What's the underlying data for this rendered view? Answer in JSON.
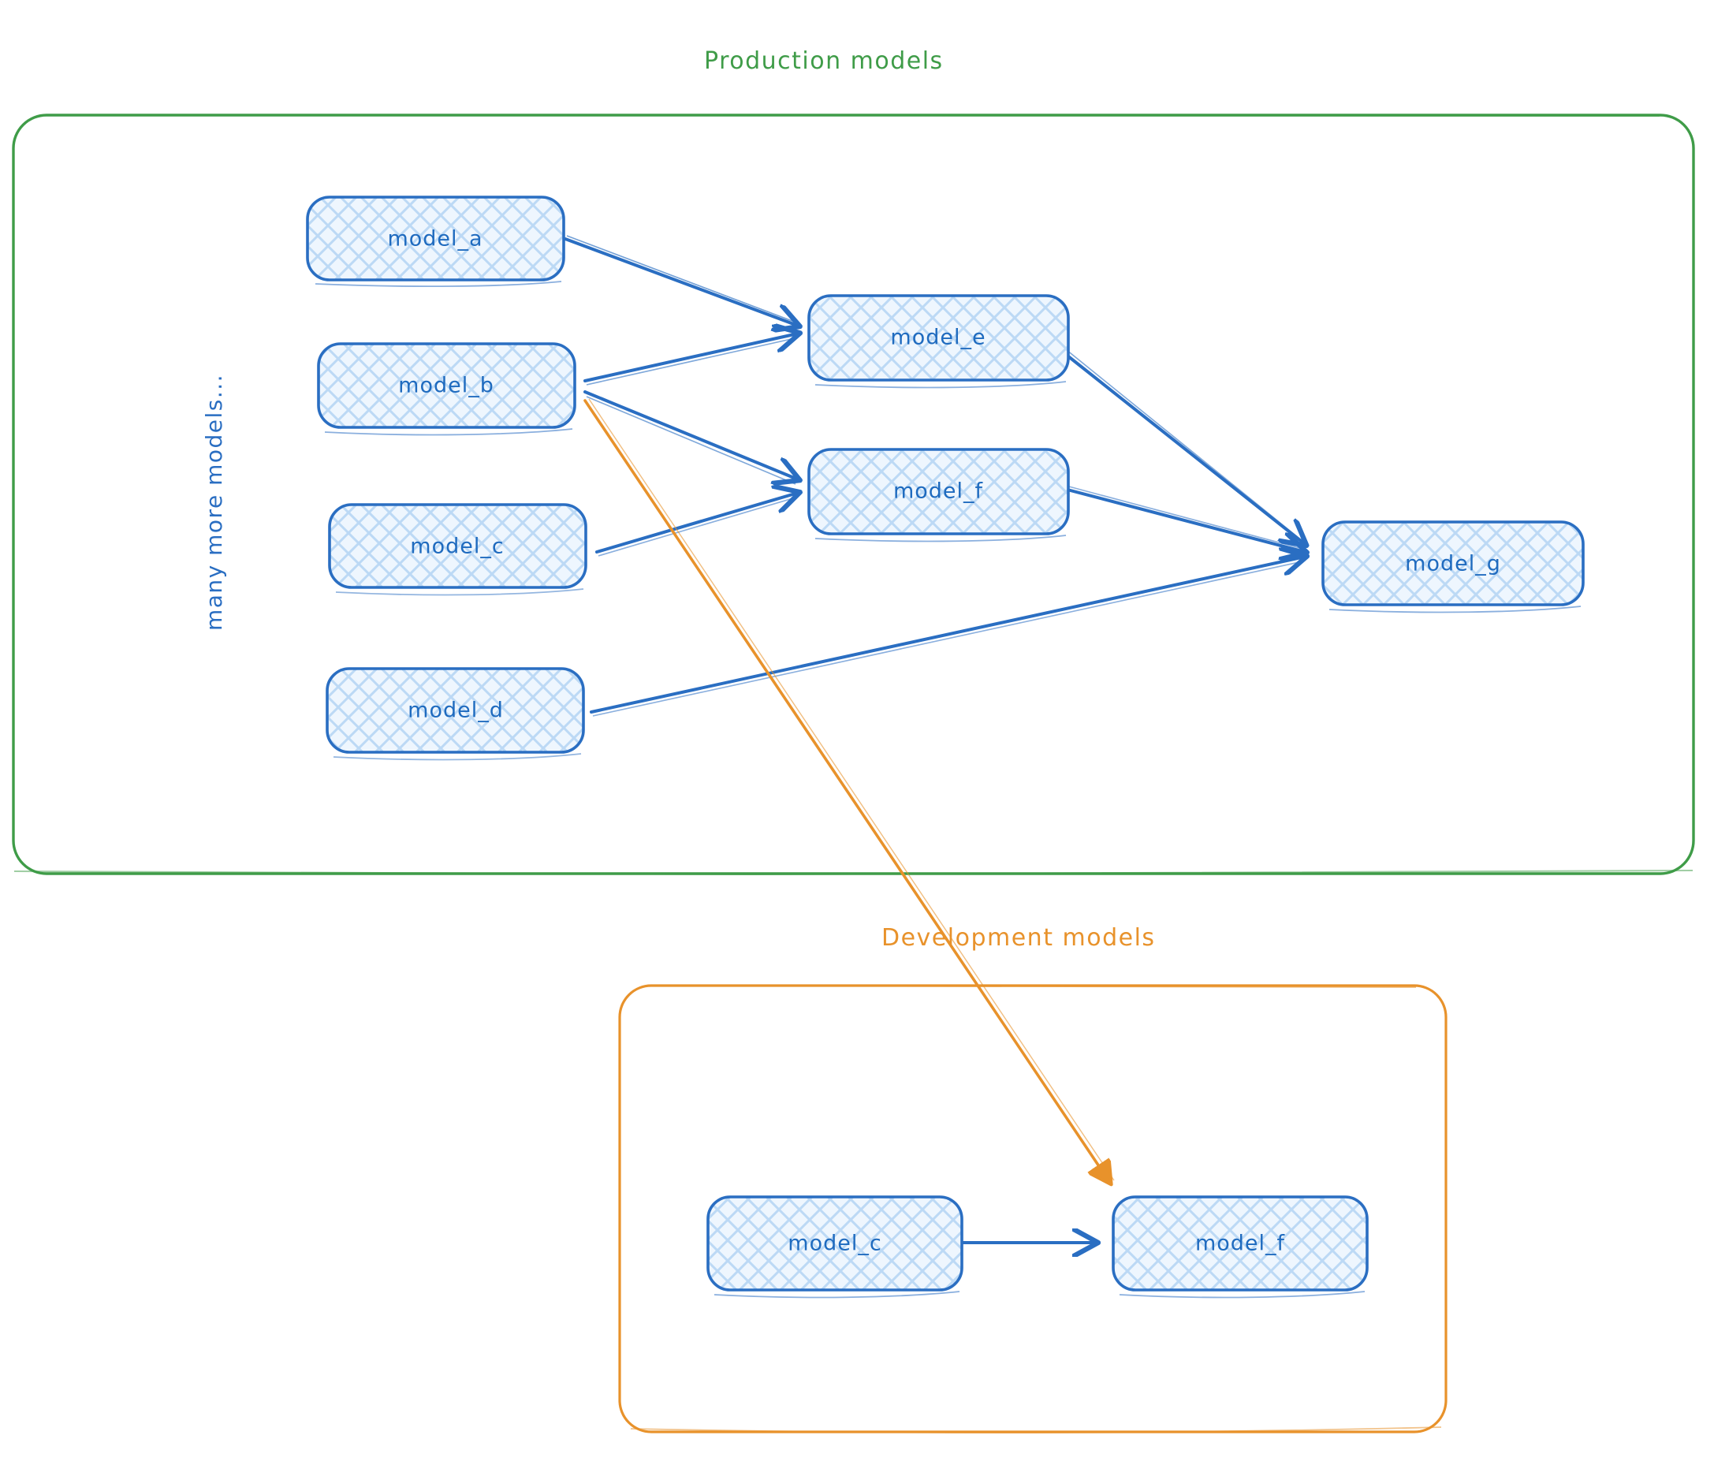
{
  "diagram": {
    "title_prod": "Production models",
    "title_dev": "Development models",
    "side_note": "many more models...",
    "colors": {
      "production_border": "#3f9c48",
      "development_border": "#e8922b",
      "node_border": "#2a6ec2",
      "node_fill": "#cfe3f7",
      "node_text": "#1f6bbf",
      "edge_blue": "#2a6ec2",
      "edge_orange": "#e8922b",
      "background": "#ffffff"
    }
  },
  "production": {
    "label": "Production models",
    "nodes": [
      {
        "id": "prod_model_a",
        "label": "model_a"
      },
      {
        "id": "prod_model_b",
        "label": "model_b"
      },
      {
        "id": "prod_model_c",
        "label": "model_c"
      },
      {
        "id": "prod_model_d",
        "label": "model_d"
      },
      {
        "id": "prod_model_e",
        "label": "model_e"
      },
      {
        "id": "prod_model_f",
        "label": "model_f"
      },
      {
        "id": "prod_model_g",
        "label": "model_g"
      }
    ],
    "edges": [
      {
        "from": "model_a",
        "to": "model_e",
        "color": "blue"
      },
      {
        "from": "model_b",
        "to": "model_e",
        "color": "blue"
      },
      {
        "from": "model_b",
        "to": "model_f",
        "color": "blue"
      },
      {
        "from": "model_c",
        "to": "model_f",
        "color": "blue"
      },
      {
        "from": "model_e",
        "to": "model_g",
        "color": "blue"
      },
      {
        "from": "model_f",
        "to": "model_g",
        "color": "blue"
      },
      {
        "from": "model_d",
        "to": "model_g",
        "color": "blue"
      }
    ]
  },
  "development": {
    "label": "Development models",
    "nodes": [
      {
        "id": "dev_model_c",
        "label": "model_c"
      },
      {
        "id": "dev_model_f",
        "label": "model_f"
      }
    ],
    "edges": [
      {
        "from": "model_c",
        "to": "model_f",
        "color": "blue"
      }
    ]
  },
  "cross_edges": [
    {
      "from": "production.model_b",
      "to": "development.model_f",
      "color": "orange"
    }
  ]
}
